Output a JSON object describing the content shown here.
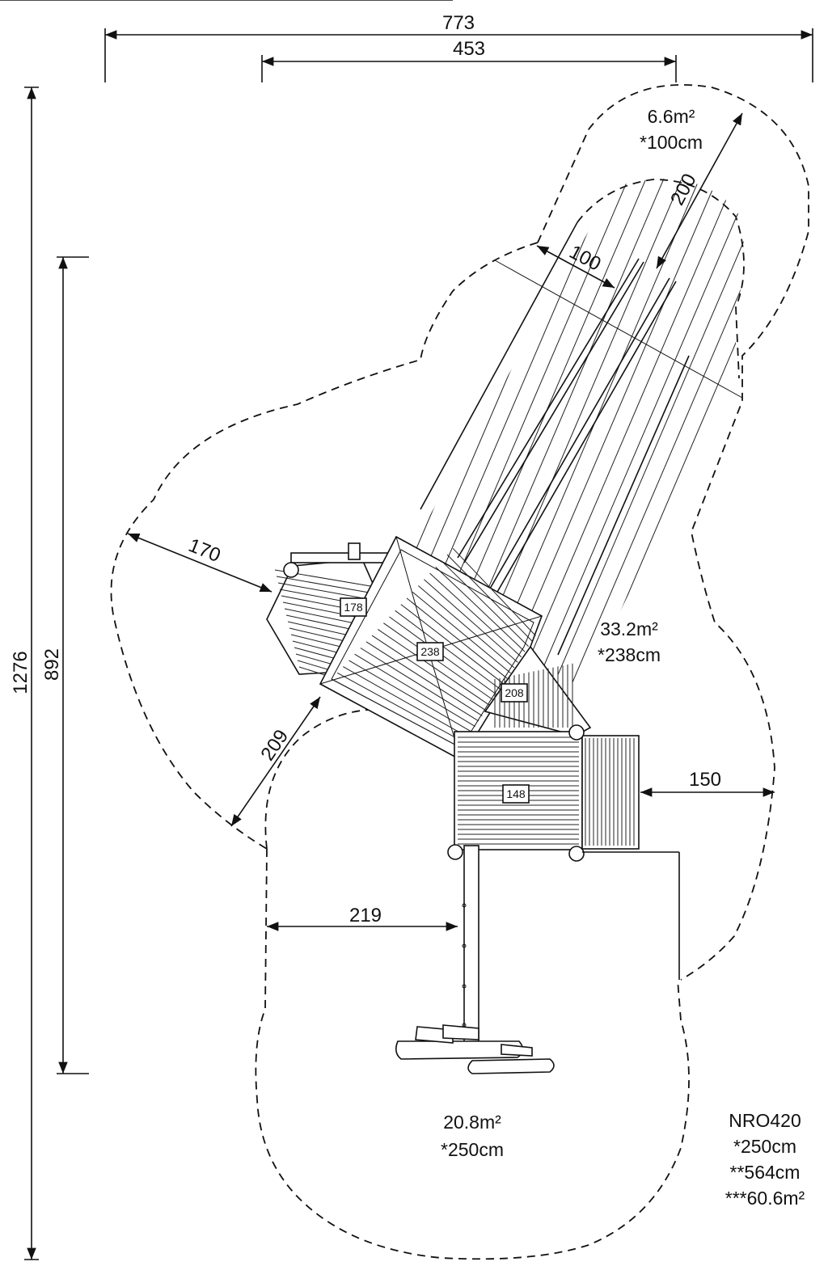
{
  "dimensions": {
    "overall_width": "773",
    "inner_width": "453",
    "overall_height": "1276",
    "inner_height": "892",
    "slide_zone_width": "200",
    "slide_zone_offset": "100",
    "left_zone": "170",
    "lower_left_zone": "209",
    "right_zone": "150",
    "bottom_left_zone": "219"
  },
  "areas": {
    "top": {
      "area": "6.6m²",
      "height": "*100cm"
    },
    "middle": {
      "area": "33.2m²",
      "height": "*238cm"
    },
    "bottom": {
      "area": "20.8m²",
      "height": "*250cm"
    }
  },
  "platform_tags": [
    "178",
    "238",
    "208",
    "148"
  ],
  "product": {
    "code": "NRO420",
    "free_fall": "*250cm",
    "length": "**564cm",
    "total_area": "***60.6m²"
  }
}
